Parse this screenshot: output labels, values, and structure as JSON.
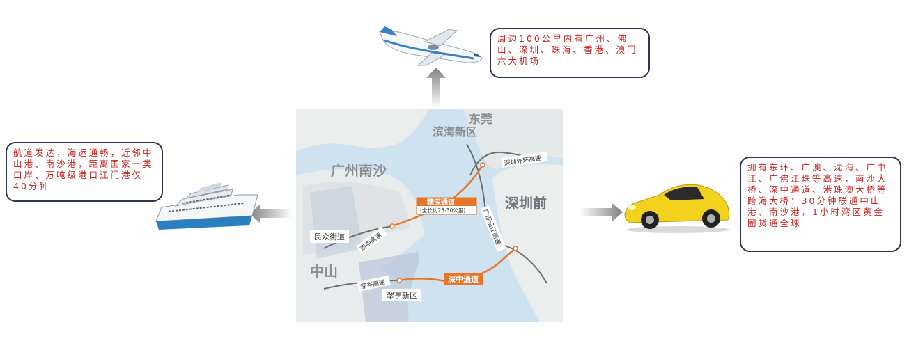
{
  "callouts": {
    "airport": "周边100公里内有广州、佛山、深圳、珠海、香港、澳门六大机场",
    "port": "航道发达，海运通畅，近邻中山港、南沙港，距离国家一类口岸、万吨级港口江门港仅40分钟",
    "road": "拥有东环、广澳、沈海、广中江、广佛江珠等高速，南沙大桥、深中通道、港珠澳大桥等跨海大桥；30分钟联通中山港、南沙港，1小时湾区黄金圈货通全球"
  },
  "map": {
    "dongguan": "东莞",
    "binhai": "滨海新区",
    "nansha": "广州南沙",
    "shenzhen": "深圳前",
    "zhongshan": "中山",
    "minzhong": "民众街道",
    "cuiheng": "翠亨新区",
    "suishen": "穗深通道",
    "suishen_note": "(全长约25-30公里)",
    "shenzhong": "深中通道",
    "shenzhen_ring": "深圳外环高速",
    "guangshen_yanjiang": "广深沿江高速",
    "nanzhong": "南中高速",
    "shencen": "深岑高速"
  },
  "colors": {
    "text_red": "#c8231f",
    "border": "#2b3552",
    "water": "#cfe2ef",
    "land": "#eceeee",
    "route_orange": "#e8752a",
    "highway_gray": "#6e6e6e"
  }
}
